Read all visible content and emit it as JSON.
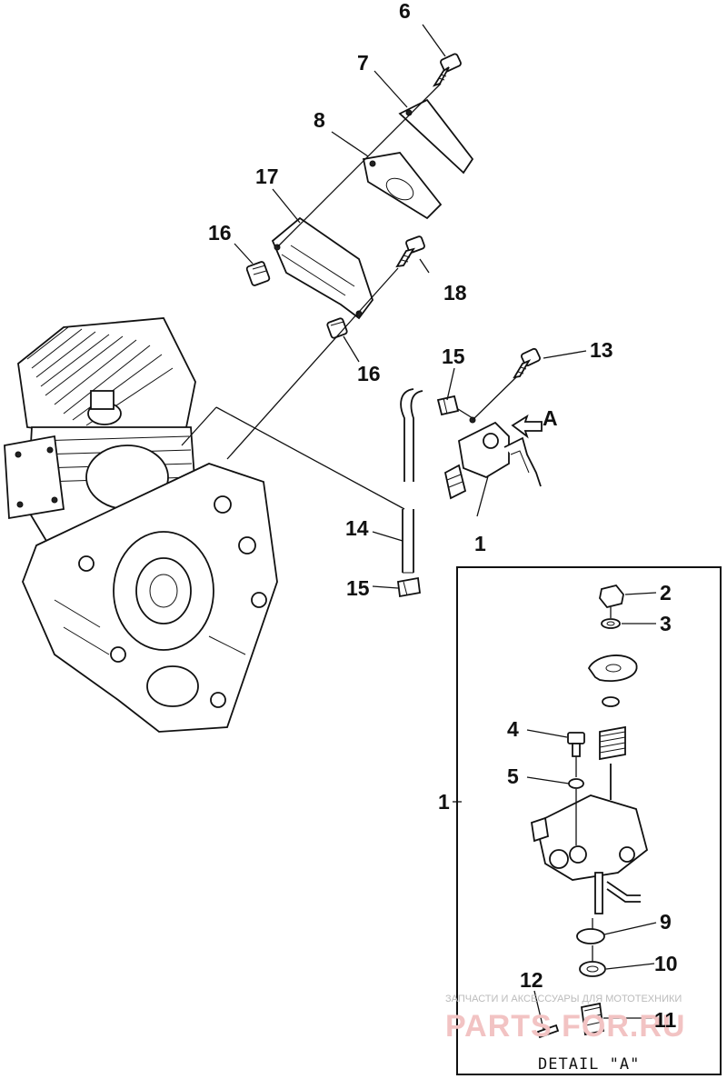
{
  "diagram": {
    "callouts": {
      "c6": "6",
      "c7": "7",
      "c8": "8",
      "c17": "17",
      "c16a": "16",
      "c18": "18",
      "c16b": "16",
      "c15a": "15",
      "c13": "13",
      "cA": "A",
      "c14": "14",
      "c1": "1",
      "c15b": "15",
      "c2": "2",
      "c3": "3",
      "c4": "4",
      "c5": "5",
      "c1d": "1",
      "c9": "9",
      "c10": "10",
      "c12": "12",
      "c11": "11"
    },
    "detail_label": "DETAIL \"A\"",
    "watermark": {
      "line1": "ЗАПЧАСТИ И АКСЕССУАРЫ ДЛЯ МОТОТЕХНИКИ",
      "line2": "PARTS FOR.RU"
    },
    "colors": {
      "ink": "#111111",
      "watermark": "#f2c3c3"
    }
  }
}
